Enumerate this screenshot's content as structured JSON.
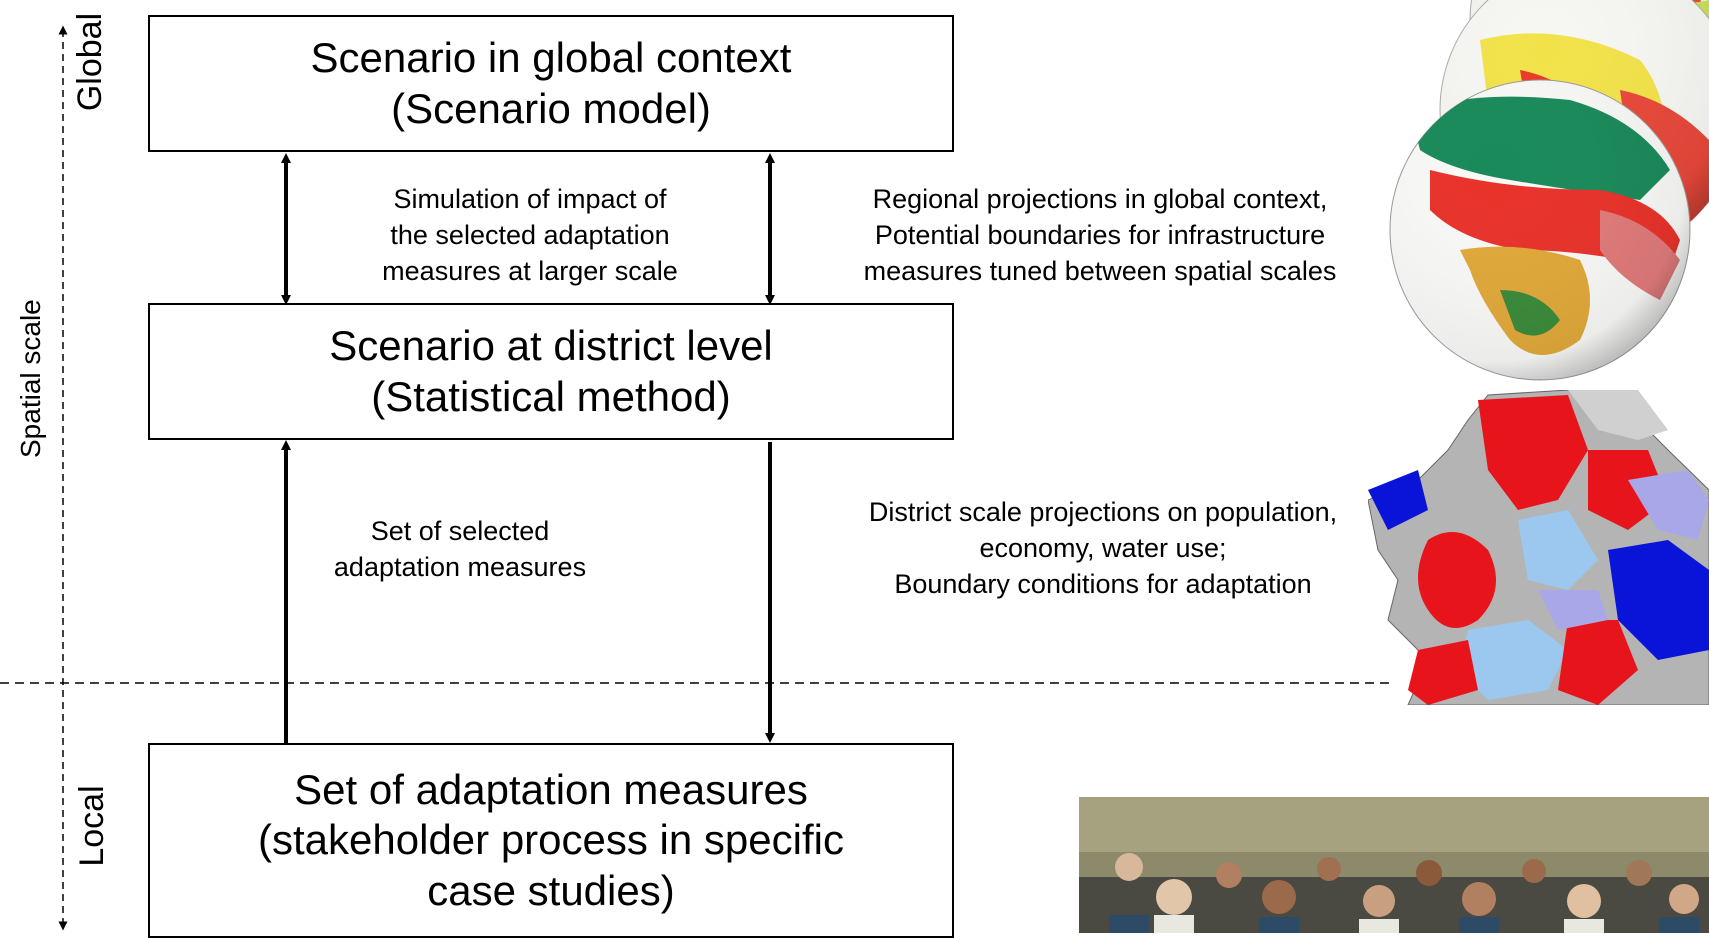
{
  "axis": {
    "spatial_scale": "Spatial scale",
    "global": "Global",
    "local": "Local"
  },
  "boxes": {
    "global": {
      "line1": "Scenario in global context",
      "line2": "(Scenario model)"
    },
    "district": {
      "line1": "Scenario at district level",
      "line2": "(Statistical method)"
    },
    "local": {
      "line1": "Set of adaptation measures",
      "line2": "(stakeholder process in specific",
      "line3": "case studies)"
    }
  },
  "labels": {
    "simulation": {
      "line1": "Simulation of impact of",
      "line2": "the selected adaptation",
      "line3": "measures at larger scale"
    },
    "regional": {
      "line1": "Regional projections in global context,",
      "line2": "Potential boundaries for infrastructure",
      "line3": "measures tuned between spatial scales"
    },
    "selected": {
      "line1": "Set of selected",
      "line2": "adaptation measures"
    },
    "district_proj": {
      "line1": "District scale projections on population,",
      "line2": "economy, water use;",
      "line3": "Boundary conditions for adaptation"
    }
  },
  "images": {
    "globes": "globe-maps-image",
    "district_map": "district-map-image",
    "photo": "stakeholder-meeting-photo"
  },
  "colors": {
    "map_red": "#e8141c",
    "map_blue": "#0a14d8",
    "map_light_blue": "#9cc8f0",
    "map_lavender": "#a8a8e8",
    "map_gray": "#b4b4b4"
  }
}
